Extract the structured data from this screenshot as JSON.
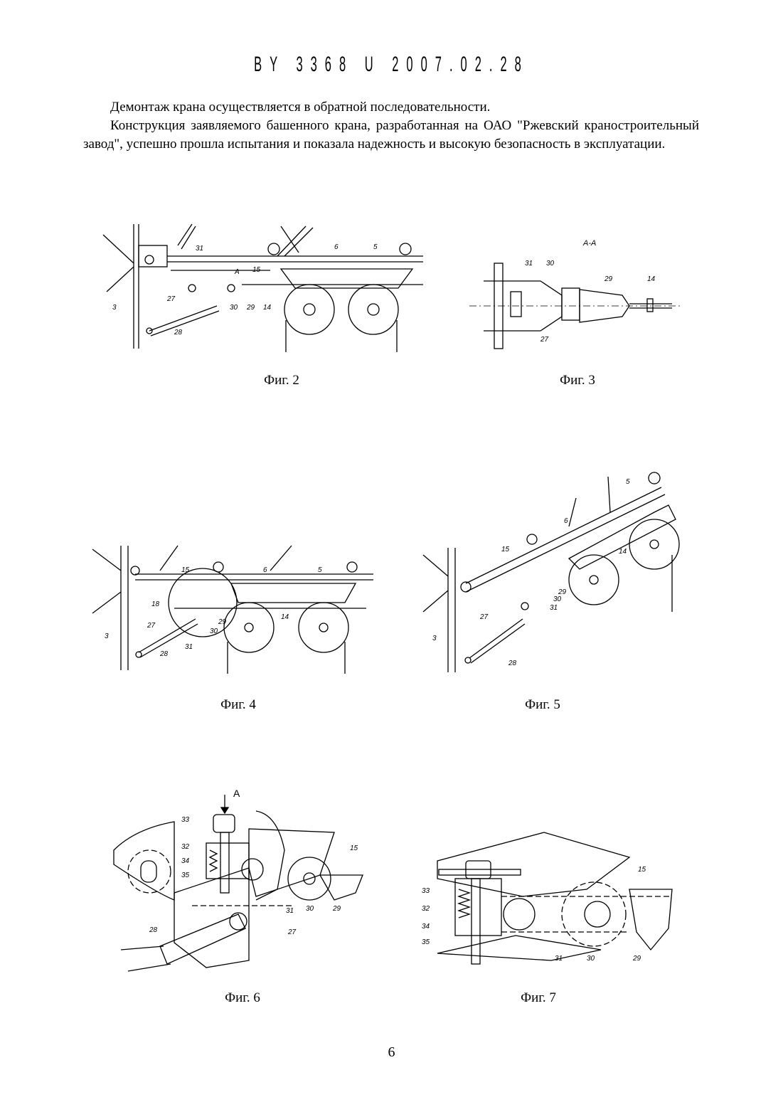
{
  "header": "BY 3368 U 2007.02.28",
  "paragraphs": [
    "Демонтаж крана осуществляется в обратной последовательности.",
    "Конструкция заявляемого башенного крана, разработанная на ОАО \"Ржевский краностроительный завод\", успешно прошла испытания и показала надежность и высокую безопасность в эксплуатации."
  ],
  "figures": {
    "fig2": {
      "caption": "Фиг. 2",
      "labels": [
        "3",
        "31",
        "A",
        "6",
        "5",
        "15",
        "27",
        "30",
        "29",
        "14",
        "28"
      ]
    },
    "fig3": {
      "caption": "Фиг. 3",
      "labels": [
        "A-A",
        "31",
        "30",
        "29",
        "14",
        "27"
      ]
    },
    "fig4": {
      "caption": "Фиг. 4",
      "labels": [
        "15",
        "6",
        "5",
        "18",
        "27",
        "3",
        "29",
        "30",
        "14",
        "28",
        "31"
      ]
    },
    "fig5": {
      "caption": "Фиг. 5",
      "labels": [
        "5",
        "6",
        "15",
        "14",
        "29",
        "30",
        "31",
        "27",
        "3",
        "28"
      ]
    },
    "fig6": {
      "caption": "Фиг. 6",
      "labels": [
        "A",
        "33",
        "32",
        "34",
        "35",
        "15",
        "31",
        "30",
        "29",
        "27",
        "28"
      ]
    },
    "fig7": {
      "caption": "Фиг. 7",
      "labels": [
        "15",
        "33",
        "32",
        "34",
        "35",
        "31",
        "30",
        "29"
      ]
    }
  },
  "page_number": "6"
}
